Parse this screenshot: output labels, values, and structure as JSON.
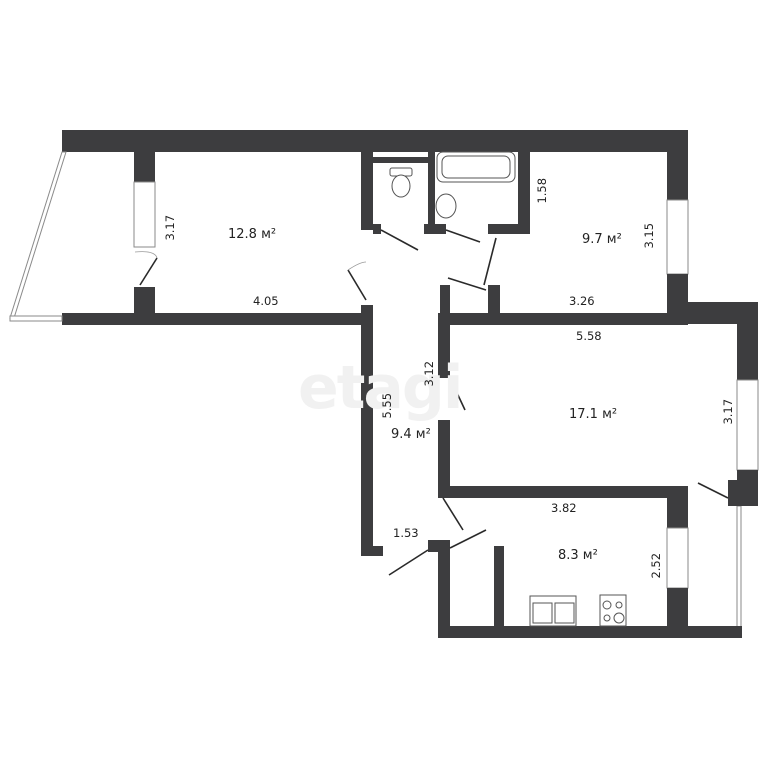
{
  "watermark": "etagi",
  "colors": {
    "wall": "#3d3d3f",
    "background": "#ffffff",
    "watermark": "#f1f1f1"
  },
  "rooms": [
    {
      "name": "room-top-left",
      "area": "12.8 м²",
      "width": "4.05",
      "height": "3.17"
    },
    {
      "name": "room-top-right",
      "area": "9.7 м²",
      "width": "3.26",
      "height": "3.15",
      "extra_dim": "1.58"
    },
    {
      "name": "living-room",
      "area": "17.1 м²",
      "width": "5.58",
      "height": "3.17"
    },
    {
      "name": "hallway",
      "area": "9.4 м²",
      "length": "5.55",
      "extra_dim_1": "3.12",
      "extra_dim_2": "1.53"
    },
    {
      "name": "kitchen",
      "area": "8.3 м²",
      "width": "3.82",
      "height": "2.52"
    }
  ],
  "fixtures": [
    "toilet",
    "bathtub",
    "washbasin",
    "kitchen-sink",
    "stove"
  ]
}
